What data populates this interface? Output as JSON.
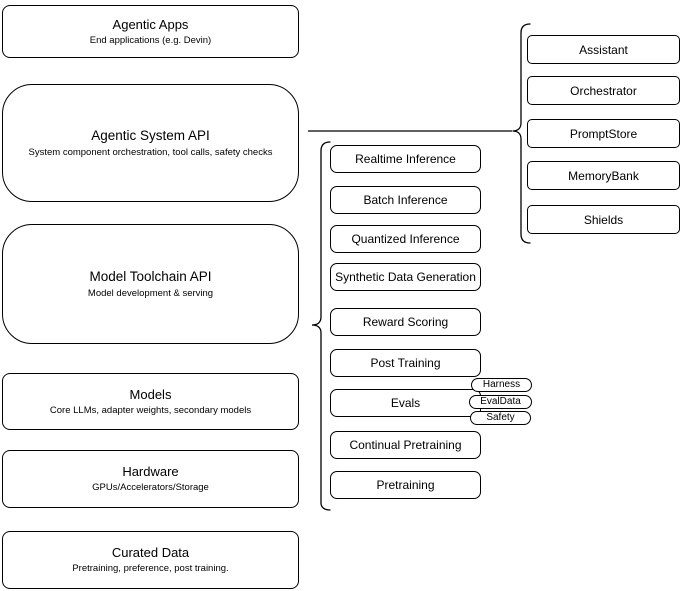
{
  "canvas": {
    "background": "#ffffff",
    "stroke": "#000000",
    "text_color": "#000000"
  },
  "left_column": [
    {
      "title": "Agentic Apps",
      "subtitle": "End applications (e.g. Devin)"
    },
    {
      "title": "Agentic System API",
      "subtitle": "System component orchestration, tool calls, safety checks"
    },
    {
      "title": "Model Toolchain API",
      "subtitle": "Model development & serving"
    },
    {
      "title": "Models",
      "subtitle": "Core LLMs, adapter weights, secondary models"
    },
    {
      "title": "Hardware",
      "subtitle": "GPUs/Accelerators/Storage"
    },
    {
      "title": "Curated Data",
      "subtitle": "Pretraining, preference, post training."
    }
  ],
  "toolchain_components": [
    {
      "label": "Realtime Inference"
    },
    {
      "label": "Batch Inference"
    },
    {
      "label": "Quantized Inference"
    },
    {
      "label": "Synthetic Data Generation"
    },
    {
      "label": "Reward Scoring"
    },
    {
      "label": "Post Training"
    },
    {
      "label": "Evals"
    },
    {
      "label": "Continual Pretraining"
    },
    {
      "label": "Pretraining"
    }
  ],
  "eval_tags": [
    {
      "label": "Harness"
    },
    {
      "label": "EvalData"
    },
    {
      "label": "Safety"
    }
  ],
  "system_components": [
    {
      "label": "Assistant"
    },
    {
      "label": "Orchestrator"
    },
    {
      "label": "PromptStore"
    },
    {
      "label": "MemoryBank"
    },
    {
      "label": "Shields"
    }
  ]
}
